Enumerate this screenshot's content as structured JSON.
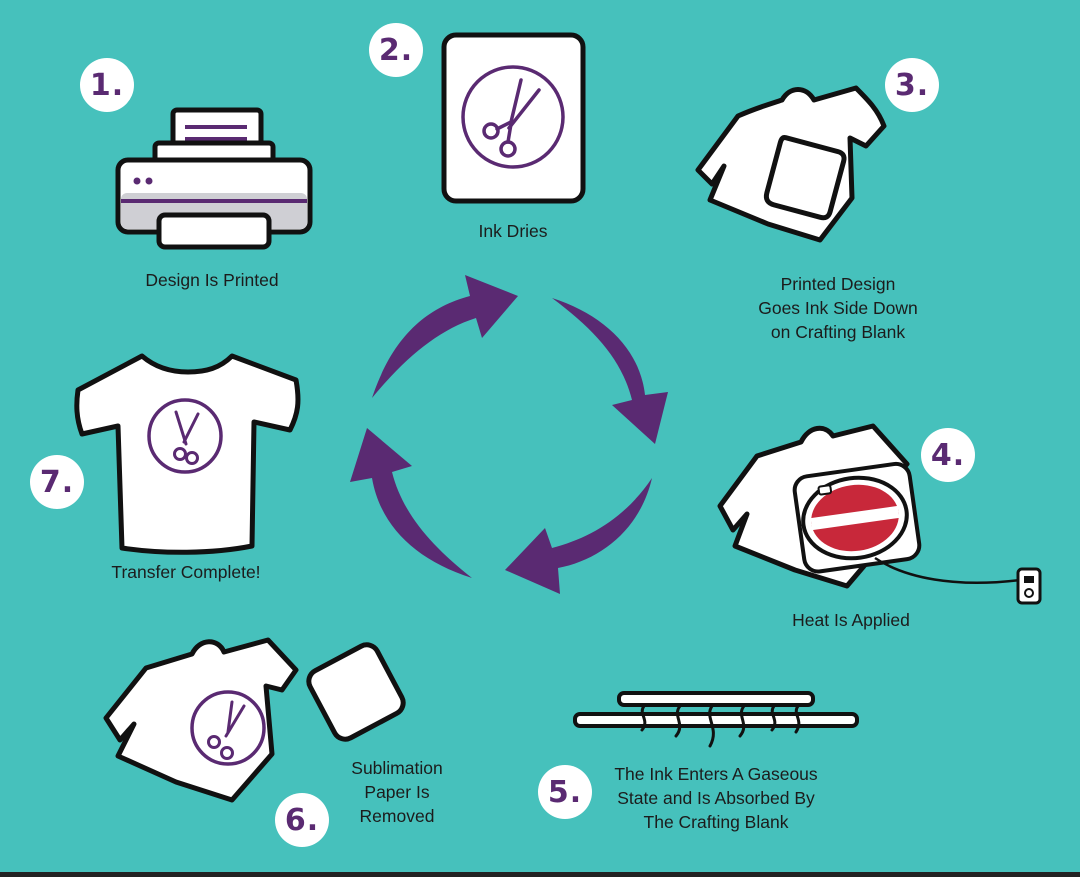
{
  "colors": {
    "background": "#46c1bc",
    "accent_purple": "#5a2a72",
    "heat_press_red": "#c8283a",
    "outline": "#111111",
    "fill": "#ffffff"
  },
  "steps": [
    {
      "number": "1.",
      "icon": "printer-icon",
      "caption": [
        "Design Is Printed"
      ]
    },
    {
      "number": "2.",
      "icon": "paper-scissors-icon",
      "caption": [
        "Ink Dries"
      ]
    },
    {
      "number": "3.",
      "icon": "shirt-with-paper-icon",
      "caption": [
        "Printed Design",
        "Goes Ink Side Down",
        "on Crafting Blank"
      ]
    },
    {
      "number": "4.",
      "icon": "heat-press-icon",
      "caption": [
        "Heat Is Applied"
      ]
    },
    {
      "number": "5.",
      "icon": "gas-transfer-icon",
      "caption": [
        "The Ink Enters A Gaseous",
        "State and Is Absorbed By",
        "The Crafting Blank"
      ]
    },
    {
      "number": "6.",
      "icon": "shirt-paper-removed-icon",
      "caption": [
        "Sublimation",
        "Paper Is",
        "Removed"
      ]
    },
    {
      "number": "7.",
      "icon": "finished-shirt-icon",
      "caption": [
        "Transfer Complete!"
      ]
    }
  ]
}
